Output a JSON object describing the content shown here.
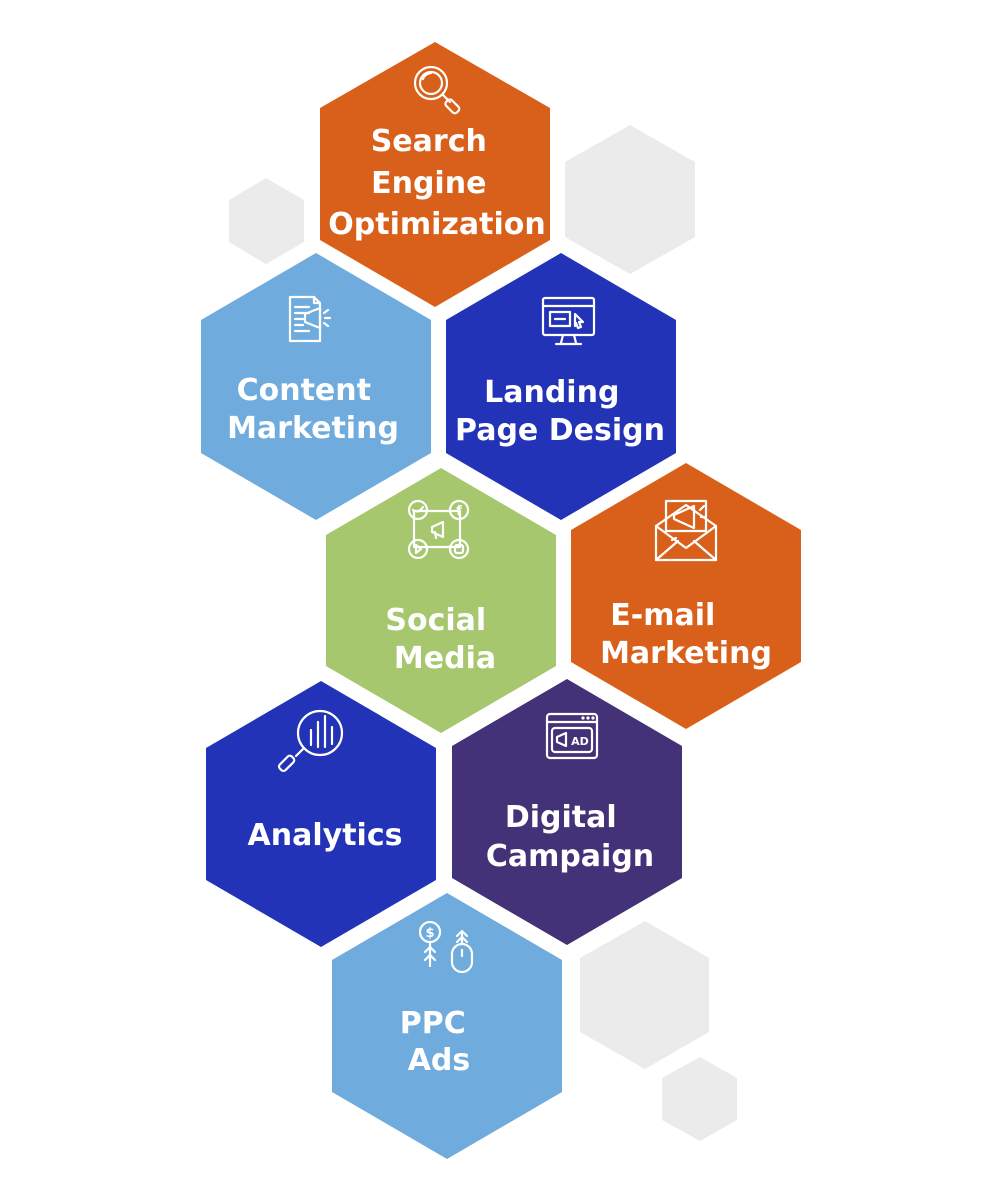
{
  "colors": {
    "orange": "#D9601A",
    "light_blue": "#6FABDC",
    "royal_blue": "#2333B8",
    "green": "#A6C76D",
    "purple": "#433278",
    "decor_gray": "#EBEBEB"
  },
  "services": [
    {
      "name": "Search Engine Optimization",
      "lines": [
        "Search",
        "Engine",
        "Optimization"
      ],
      "icon": "magnifier-icon",
      "color": "orange"
    },
    {
      "name": "Content Marketing",
      "lines": [
        "Content",
        "Marketing"
      ],
      "icon": "document-megaphone-icon",
      "color": "light_blue"
    },
    {
      "name": "Landing Page Design",
      "lines": [
        "Landing",
        "Page Design"
      ],
      "icon": "monitor-icon",
      "color": "royal_blue"
    },
    {
      "name": "Social Media",
      "lines": [
        "Social",
        "Media"
      ],
      "icon": "social-network-icon",
      "color": "green"
    },
    {
      "name": "E-mail Marketing",
      "lines": [
        "E-mail",
        "Marketing"
      ],
      "icon": "envelope-megaphone-icon",
      "color": "orange"
    },
    {
      "name": "Analytics",
      "lines": [
        "Analytics"
      ],
      "icon": "chart-magnifier-icon",
      "color": "royal_blue"
    },
    {
      "name": "Digital Campaign",
      "lines": [
        "Digital",
        "Campaign"
      ],
      "icon": "ad-browser-icon",
      "color": "purple"
    },
    {
      "name": "PPC Ads",
      "lines": [
        "PPC",
        "Ads"
      ],
      "icon": "dollar-mouse-icon",
      "color": "light_blue"
    }
  ],
  "icon_texts": {
    "ad_badge": "AD",
    "dollar": "$",
    "facebook": "f"
  }
}
